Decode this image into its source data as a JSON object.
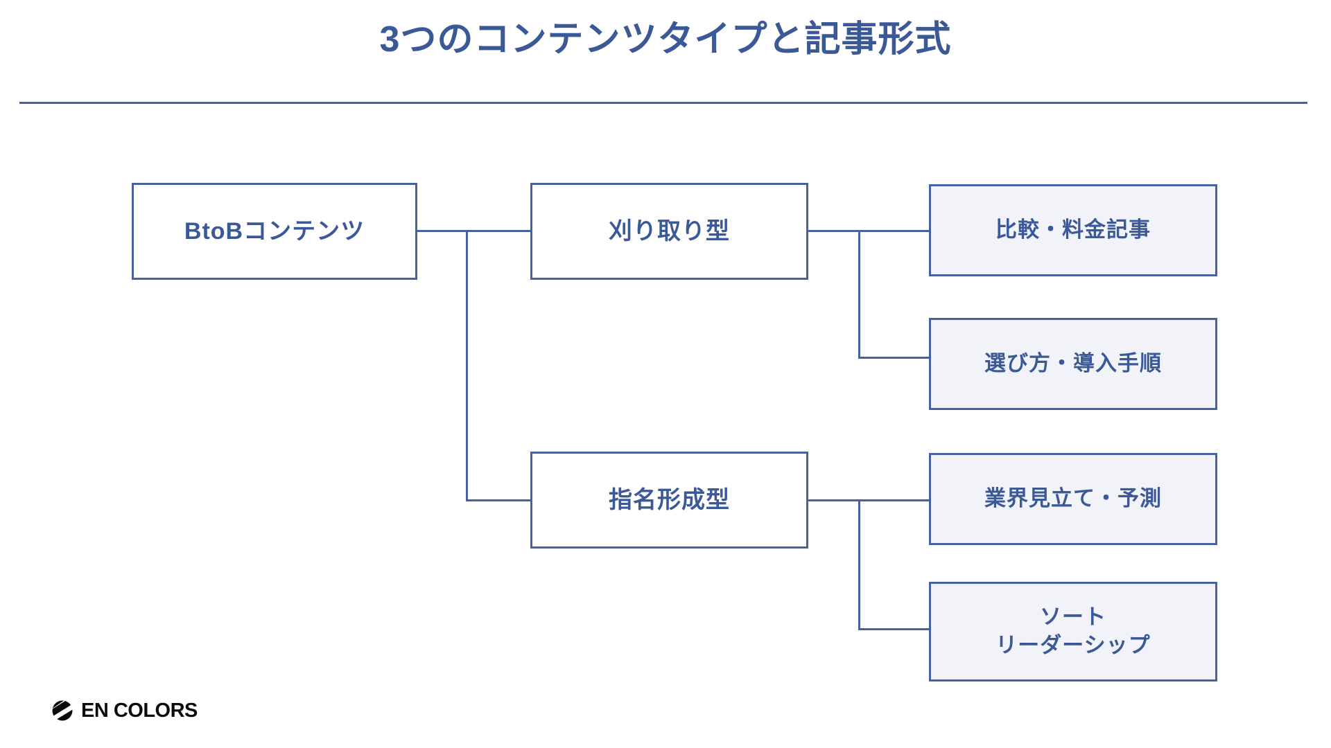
{
  "slide": {
    "title": "3つのコンテンツタイプと記事形式",
    "background_color": "#ffffff",
    "accent_color": "#4662a0",
    "text_color": "#3b5897",
    "node_fill_level3": "#f1f3f8",
    "node_fill_level12": "#ffffff"
  },
  "diagram": {
    "type": "tree",
    "orientation": "left-to-right",
    "root": {
      "id": "btob-content",
      "label": "BtoBコンテンツ",
      "level": 1
    },
    "branches": [
      {
        "id": "kari-tori-gata",
        "label": "刈り取り型",
        "level": 2,
        "children": [
          {
            "id": "hikaku-ryokin-kiji",
            "label": "比較・料金記事",
            "level": 3
          },
          {
            "id": "erabikata-donyu-tejun",
            "label": "選び方・導入手順",
            "level": 3
          }
        ]
      },
      {
        "id": "shimei-keisei-gata",
        "label": "指名形成型",
        "level": 2,
        "children": [
          {
            "id": "gyokai-mitate-yosoku",
            "label": "業界見立て・予測",
            "level": 3
          },
          {
            "id": "thought-leadership",
            "label": "ソート\nリーダーシップ",
            "level": 3
          }
        ]
      }
    ]
  },
  "footer": {
    "logo_text": "EN COLORS",
    "logo_icon": "globe-sphere-icon"
  }
}
